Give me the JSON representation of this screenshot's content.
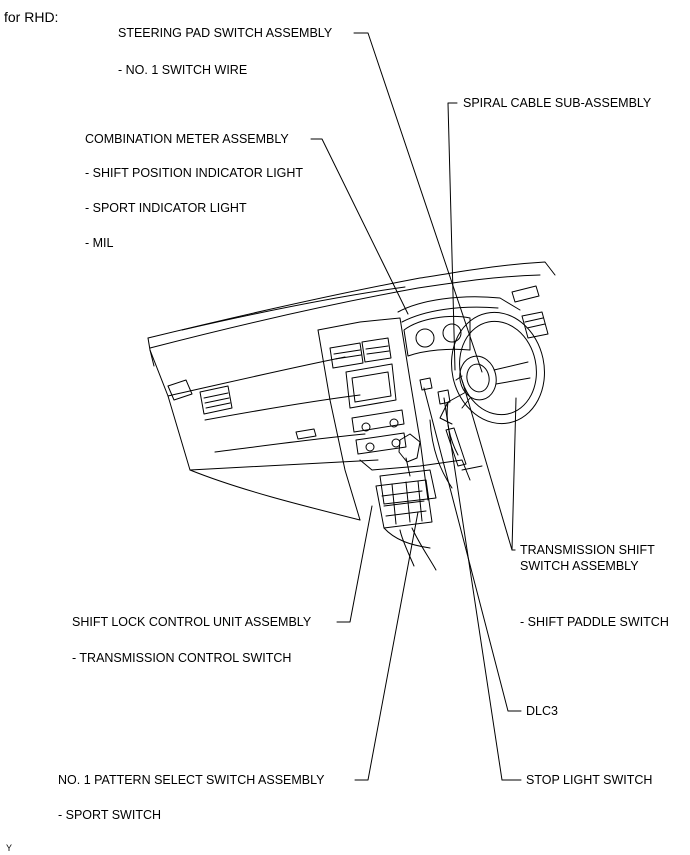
{
  "header": "for RHD:",
  "labels": {
    "steering_pad": "STEERING PAD SWITCH ASSEMBLY",
    "switch_wire": "- NO. 1 SWITCH WIRE",
    "spiral_cable": "SPIRAL CABLE SUB-ASSEMBLY",
    "combination_meter": "COMBINATION METER ASSEMBLY",
    "shift_position_light": "- SHIFT POSITION INDICATOR LIGHT",
    "sport_indicator": "- SPORT INDICATOR LIGHT",
    "mil": "- MIL",
    "trans_shift_line1": "TRANSMISSION SHIFT",
    "trans_shift_line2": "SWITCH ASSEMBLY",
    "shift_lock": "SHIFT LOCK CONTROL UNIT ASSEMBLY",
    "shift_paddle": "- SHIFT PADDLE SWITCH",
    "trans_control": "- TRANSMISSION CONTROL SWITCH",
    "dlc3": "DLC3",
    "pattern_select": "NO. 1 PATTERN SELECT SWITCH ASSEMBLY",
    "stop_light": "STOP LIGHT SWITCH",
    "sport_switch": "- SPORT SWITCH",
    "corner_code": "Y"
  }
}
